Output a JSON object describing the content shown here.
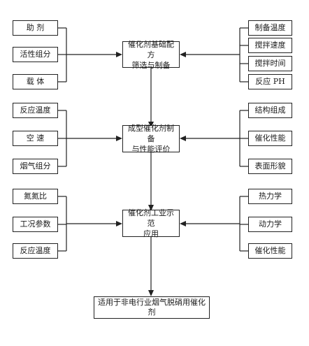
{
  "stage1": {
    "title": "催化剂基础配方\n筛选与制备",
    "left": [
      "助  剂",
      "活性组分",
      "载  体"
    ],
    "right": [
      "制备温度",
      "搅拌速度",
      "搅拌时间",
      "反应 PH"
    ]
  },
  "stage2": {
    "title": "成型催化剂制备\n与性能评价",
    "left": [
      "反应温度",
      "空  速",
      "烟气组分"
    ],
    "right": [
      "结构组成",
      "催化性能",
      "表面形貌"
    ]
  },
  "stage3": {
    "title": "催化剂工业示范\n应用",
    "left": [
      "氮氮比",
      "工况参数",
      "反应温度"
    ],
    "right": [
      "热力学",
      "动力学",
      "催化性能"
    ]
  },
  "final": {
    "title": "适用于非电行业烟气脱硝用催化剂"
  }
}
